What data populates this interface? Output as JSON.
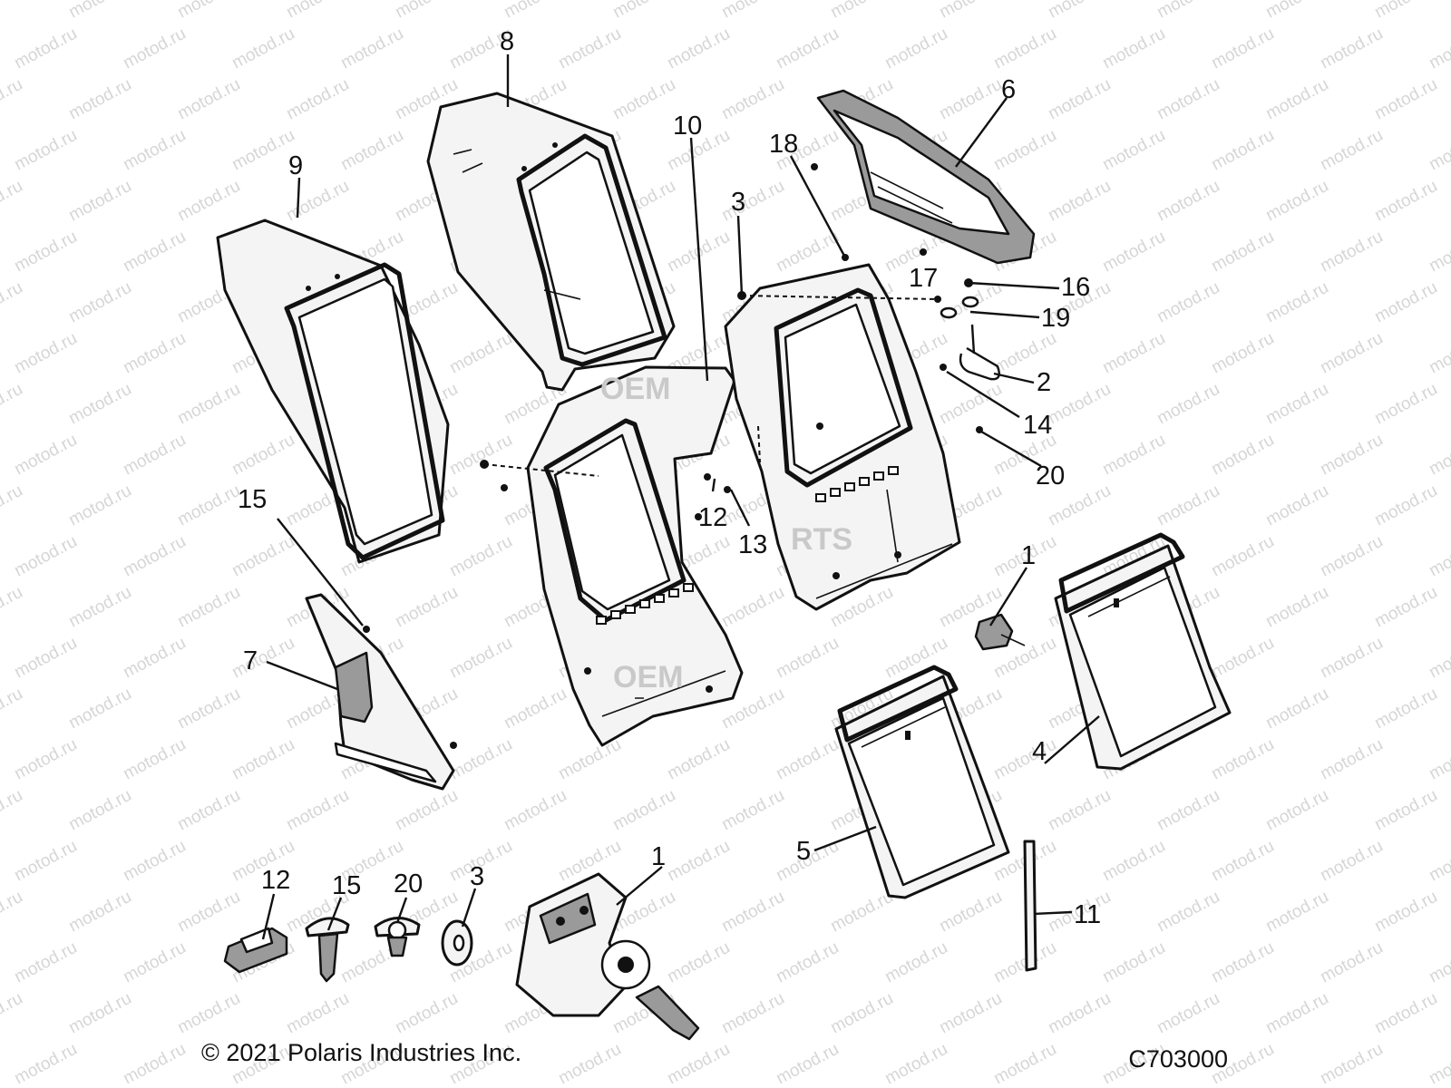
{
  "diagram": {
    "watermark_text": "motod.ru",
    "copyright": "© 2021 Polaris Industries Inc.",
    "drawing_code": "C703000",
    "shop_watermarks": [
      "OEM",
      "OEM",
      "RTS"
    ],
    "callouts": [
      {
        "id": "c8",
        "label": "8"
      },
      {
        "id": "c9",
        "label": "9"
      },
      {
        "id": "c10",
        "label": "10"
      },
      {
        "id": "c18",
        "label": "18"
      },
      {
        "id": "c3a",
        "label": "3"
      },
      {
        "id": "c6",
        "label": "6"
      },
      {
        "id": "c17",
        "label": "17"
      },
      {
        "id": "c16",
        "label": "16"
      },
      {
        "id": "c19",
        "label": "19"
      },
      {
        "id": "c2",
        "label": "2"
      },
      {
        "id": "c14",
        "label": "14"
      },
      {
        "id": "c20a",
        "label": "20"
      },
      {
        "id": "c15a",
        "label": "15"
      },
      {
        "id": "c12a",
        "label": "12"
      },
      {
        "id": "c13",
        "label": "13"
      },
      {
        "id": "c1a",
        "label": "1"
      },
      {
        "id": "c7",
        "label": "7"
      },
      {
        "id": "c4",
        "label": "4"
      },
      {
        "id": "c5",
        "label": "5"
      },
      {
        "id": "c11",
        "label": "11"
      },
      {
        "id": "c12b",
        "label": "12"
      },
      {
        "id": "c15b",
        "label": "15"
      },
      {
        "id": "c20b",
        "label": "20"
      },
      {
        "id": "c3b",
        "label": "3"
      },
      {
        "id": "c1b",
        "label": "1"
      }
    ]
  }
}
